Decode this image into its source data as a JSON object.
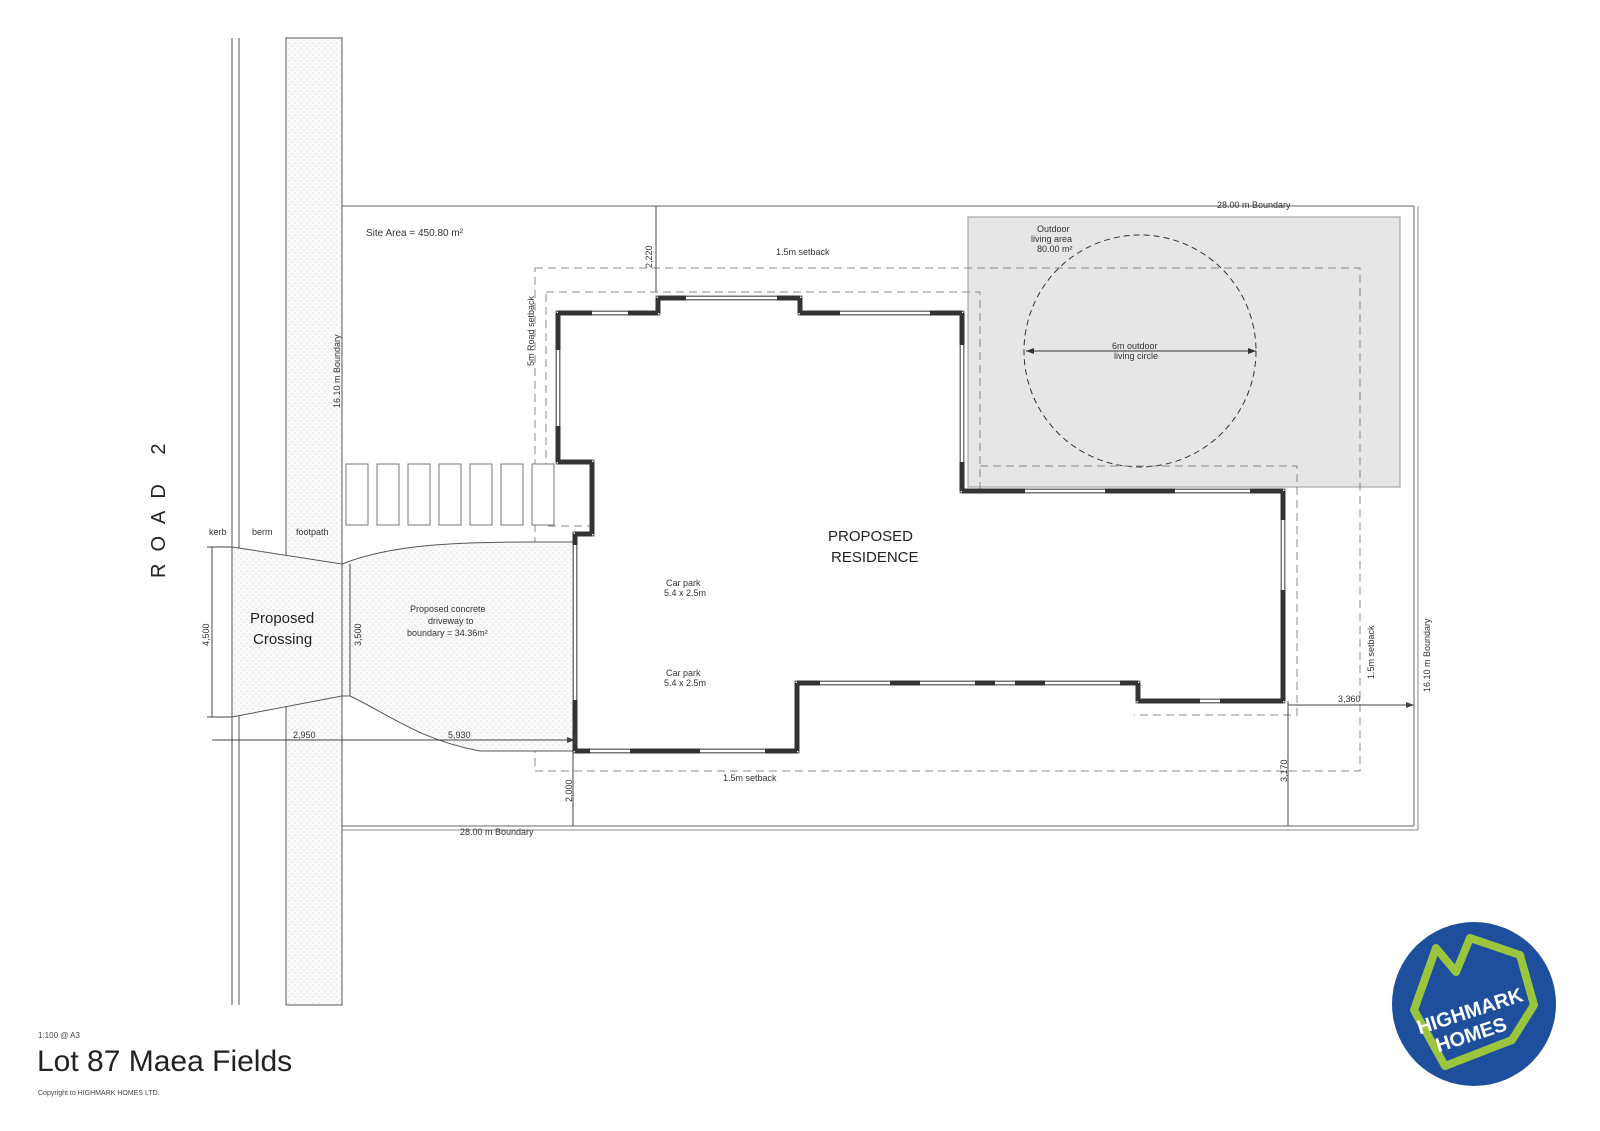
{
  "plan": {
    "site_area": "Site Area = 450.80 m²",
    "road_name": "ROAD 2",
    "road_labels": {
      "kerb": "kerb",
      "berm": "berm",
      "footpath": "footpath"
    },
    "boundaries": {
      "top": "28.00 m Boundary",
      "bottom": "28.00 m Boundary",
      "left": "16.10 m Boundary",
      "right": "16.10 m Boundary"
    },
    "setbacks": {
      "top": "1.5m setback",
      "bottom": "1.5m setback",
      "right": "1.5m setback",
      "road": "5m Road setback"
    },
    "outdoor_area": {
      "line1": "Outdoor",
      "line2": "living area",
      "line3": "80.00 m²"
    },
    "living_circle": {
      "line1": "6m outdoor",
      "line2": "living circle"
    },
    "residence": {
      "line1": "PROPOSED",
      "line2": "RESIDENCE"
    },
    "car_parks": [
      {
        "label": "Car park",
        "size": "5.4 x 2.5m"
      },
      {
        "label": "Car park",
        "size": "5.4 x 2.5m"
      }
    ],
    "crossing": {
      "line1": "Proposed",
      "line2": "Crossing"
    },
    "driveway": {
      "line1": "Proposed concrete",
      "line2": "driveway to",
      "line3": "boundary = 34.36m²"
    },
    "dimensions": {
      "top_gap": "2,220",
      "crossing_width": "4,500",
      "driveway_width": "3,500",
      "road_reserve": "2,950",
      "driveway_length": "5,930",
      "bottom_gap_left": "2,000",
      "bottom_gap_right": "3,170",
      "right_gap": "3,360"
    }
  },
  "footer": {
    "scale": "1:100 @ A3",
    "title": "Lot 87 Maea Fields",
    "copyright": "Copyright to HIGHMARK HOMES LTD."
  },
  "logo": {
    "line1": "HIGHMARK",
    "line2": "HOMES"
  },
  "colors": {
    "line": "#555555",
    "dash": "#888888",
    "wall": "#333333",
    "shade": "#e3e3e3",
    "logo_blue": "#1d4f9c",
    "logo_green": "#9bc53d"
  }
}
